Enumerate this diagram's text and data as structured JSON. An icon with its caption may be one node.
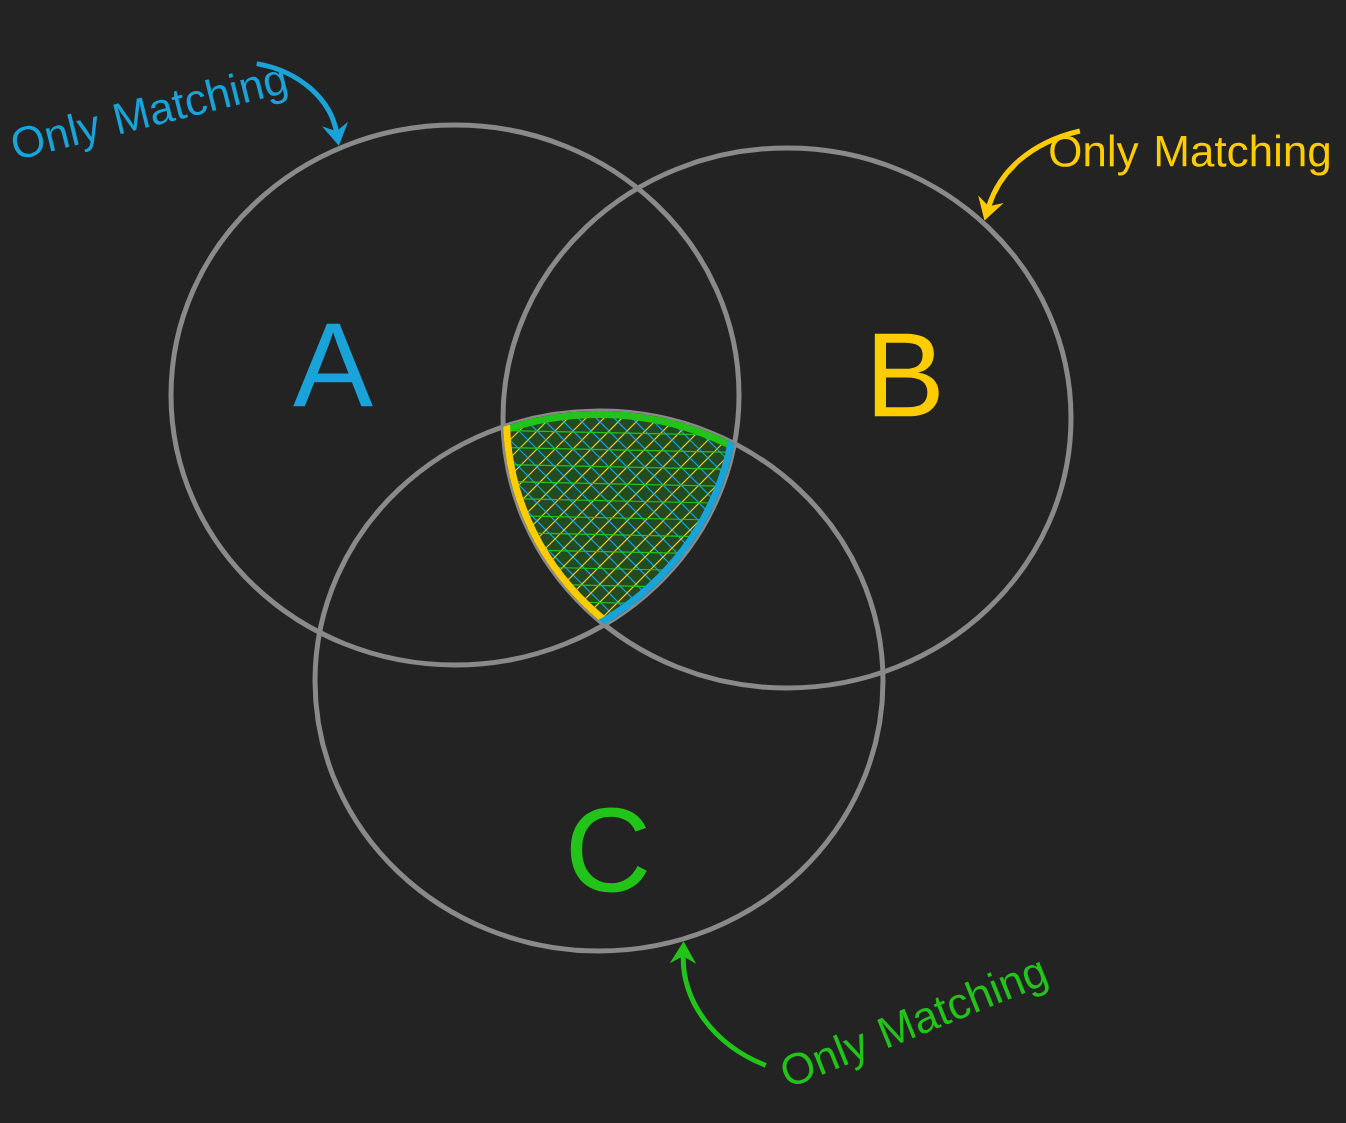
{
  "diagram": {
    "nodes": [
      {
        "text": [
          "A"
        ]
      },
      {
        "text": [
          "B"
        ]
      },
      {
        "text": [
          "C"
        ]
      },
      {
        "text": [
          "Only Matching"
        ]
      },
      {
        "text": [
          "Only Matching"
        ]
      },
      {
        "text": [
          "Only Matching"
        ]
      }
    ],
    "edges": [
      {
        "from": 3,
        "to": 0,
        "arrow": "to",
        "color": "#1aa3d9"
      },
      {
        "from": 4,
        "to": 1,
        "arrow": "to",
        "color": "#ffcc00"
      },
      {
        "from": 5,
        "to": 2,
        "arrow": "to",
        "color": "#22c41a"
      }
    ]
  }
}
